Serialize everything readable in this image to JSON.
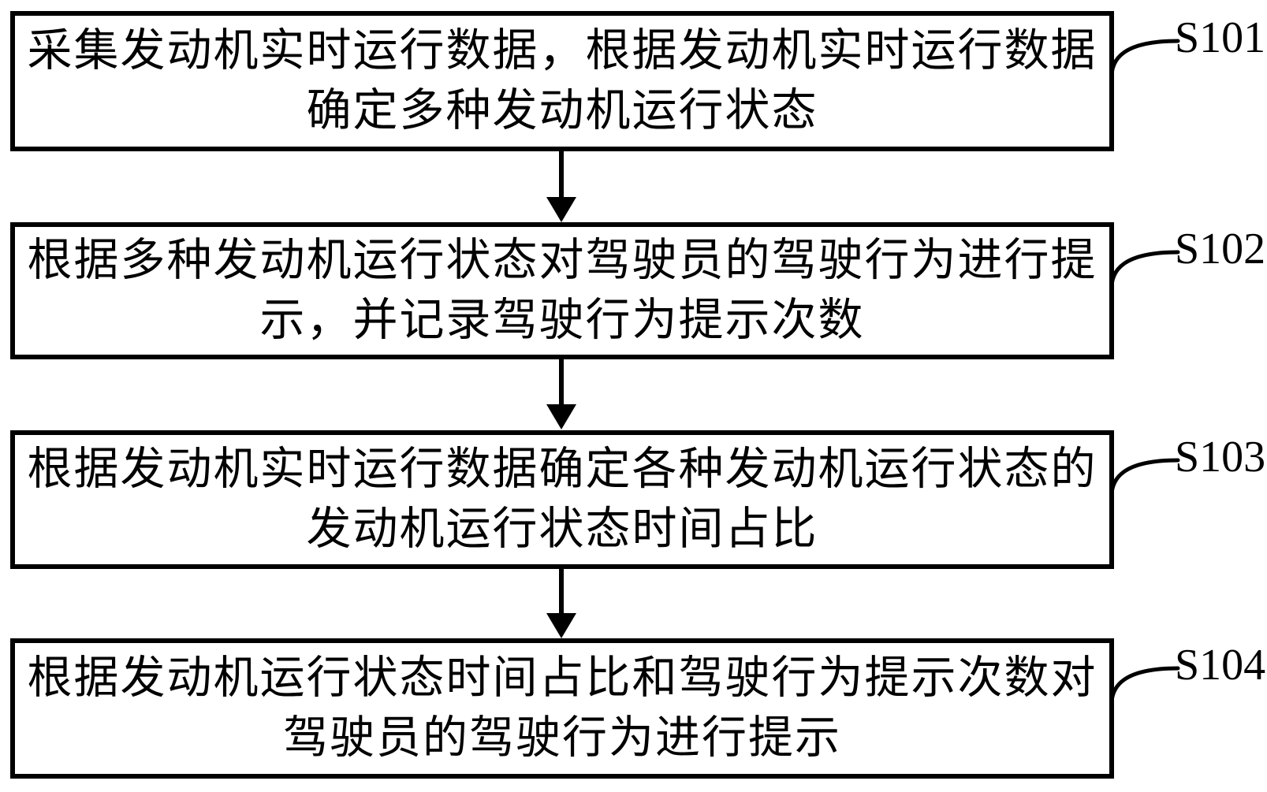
{
  "figure": {
    "background_color": "#ffffff",
    "line_color": "#000000",
    "type": "patent-flowchart"
  },
  "steps": [
    {
      "label": "S101",
      "line1": "采集发动机实时运行数据，根据发动机实时运行数据",
      "line2": "确定多种发动机运行状态"
    },
    {
      "label": "S102",
      "line1": "根据多种发动机运行状态对驾驶员的驾驶行为进行提",
      "line2": "示，并记录驾驶行为提示次数"
    },
    {
      "label": "S103",
      "line1": "根据发动机实时运行数据确定各种发动机运行状态的",
      "line2": "发动机运行状态时间占比"
    },
    {
      "label": "S104",
      "line1": "根据发动机运行状态时间占比和驾驶行为提示次数对",
      "line2": "驾驶员的驾驶行为进行提示"
    }
  ]
}
